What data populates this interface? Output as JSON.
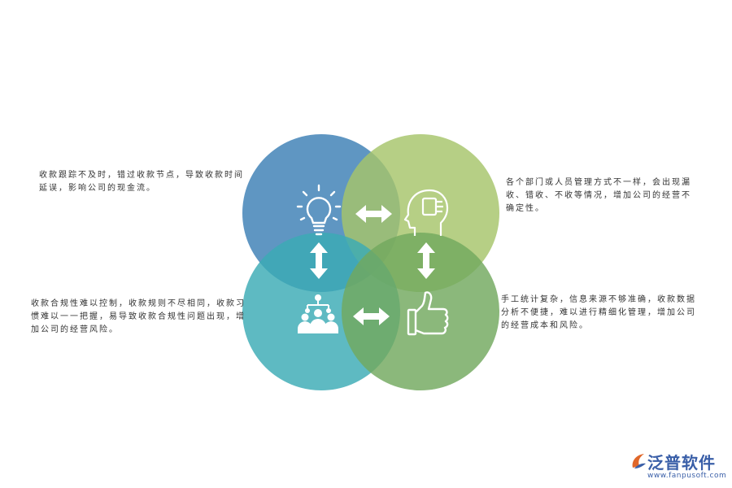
{
  "notes": {
    "top_left": "收款跟踪不及时，错过收款节点，导致收款时间延误，影响公司的现金流。",
    "top_right": "各个部门或人员管理方式不一样，会出现漏收、错收、不收等情况，增加公司的经营不确定性。",
    "bottom_left": "收款合规性难以控制，收款规则不尽相同，收款习惯难以一一把握，易导致收款合规性问题出现，增加公司的经营风险。",
    "bottom_right": "手工统计复杂，信息来源不够准确，收款数据分析不便捷，难以进行精细化管理，增加公司的经营成本和风险。"
  },
  "circles": [
    {
      "name": "circle-top-left",
      "color": "#3c7fb4",
      "icon": "lightbulb-icon"
    },
    {
      "name": "circle-top-right",
      "color": "#a6c46a",
      "icon": "head-hand-icon"
    },
    {
      "name": "circle-bottom-left",
      "color": "#3aabb4",
      "icon": "team-network-icon"
    },
    {
      "name": "circle-bottom-right",
      "color": "#72a85e",
      "icon": "thumbs-up-icon"
    }
  ],
  "arrows": [
    "double-arrow-horizontal-icon",
    "double-arrow-vertical-icon"
  ],
  "logo": {
    "brand": "泛普软件",
    "url": "www.fanpusoft.com",
    "color": "#3a5fa8"
  }
}
